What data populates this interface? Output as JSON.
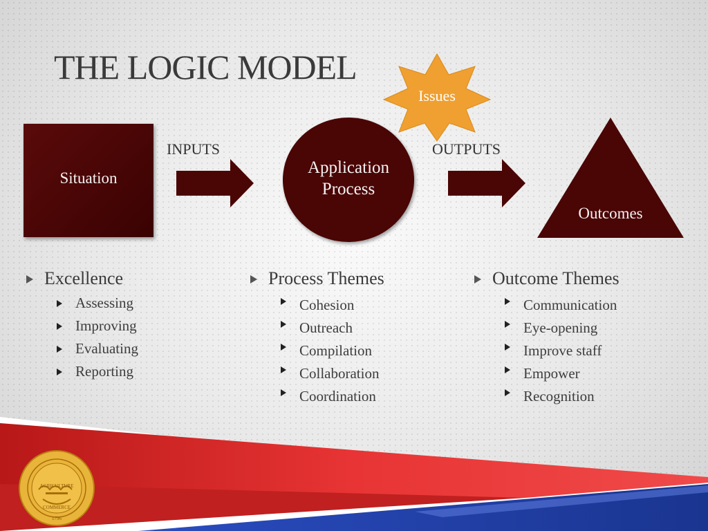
{
  "title": "THE LOGIC MODEL",
  "issues": "Issues",
  "situation": "Situation",
  "inputs": "INPUTS",
  "process": {
    "line1": "Application",
    "line2": "Process"
  },
  "outputs": "OUTPUTS",
  "outcomes": "Outcomes",
  "columns": [
    {
      "heading": "Excellence",
      "items": [
        "Assessing",
        "Improving",
        "Evaluating",
        "Reporting"
      ]
    },
    {
      "heading": "Process Themes",
      "items": [
        "Cohesion",
        "Outreach",
        "Compilation",
        "Collaboration",
        "Coordination"
      ]
    },
    {
      "heading": "Outcome Themes",
      "items": [
        "Communication",
        "Eye-opening",
        "Improve staff",
        "Empower",
        "Recognition"
      ]
    }
  ],
  "seal_text": [
    "AGRICULTURE",
    "COMMERCE",
    "1796"
  ],
  "colors": {
    "maroon": "#4a0505",
    "orange": "#f0a030",
    "red": "#e03030",
    "blue": "#1e3fa0"
  }
}
